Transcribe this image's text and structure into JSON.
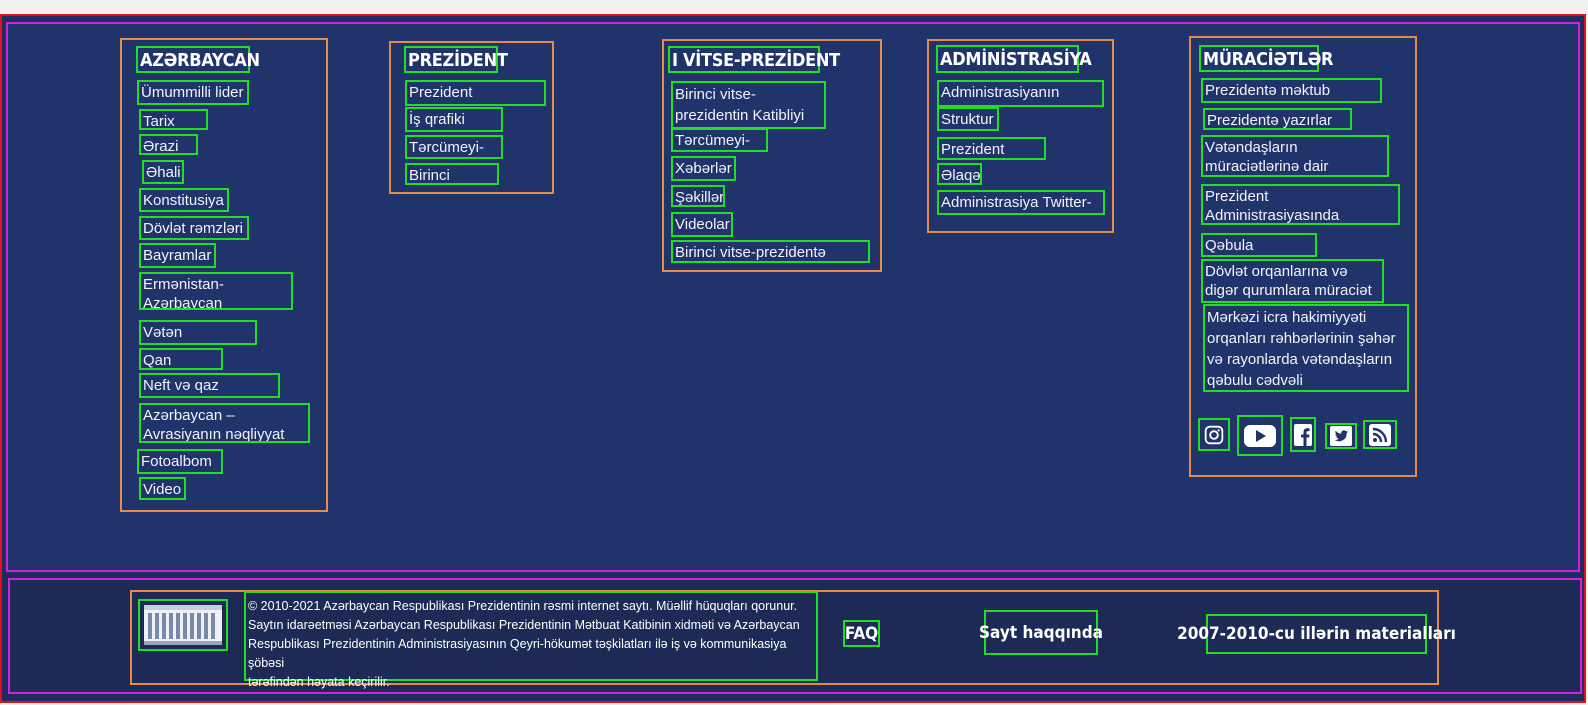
{
  "columns": [
    {
      "heading": "AZƏRBAYCAN",
      "links": [
        "Ümummilli lider",
        "Tarix",
        "Ərazi",
        "Əhali",
        "Konstitusiya",
        "Dövlət rəmzləri",
        "Bayramlar",
        "Ermənistan-Azərbaycan münaqişəsi",
        "Vətən müharibəsi",
        "Qan yaddaşı",
        "Neft və qaz layihələri",
        "Azərbaycan – Avrasiyanın nəqliyyat qovşağı",
        "Fotoalbom",
        "Video"
      ]
    },
    {
      "heading": "PREZİDENT",
      "links": [
        "Prezident hakimiyyəti",
        "İş qrafiki",
        "Tərcümeyi-hal",
        "Birinci Xanım"
      ]
    },
    {
      "heading": "I VİTSE-PREZİDENT",
      "links": [
        "Birinci vitse-prezidentin Katibliyi",
        "Tərcümeyi-hal",
        "Xəbərlər",
        "Şəkillər",
        "Videolar",
        "Birinci vitse-prezidentə yazırlar"
      ]
    },
    {
      "heading": "ADMİNİSTRASİYA",
      "links": [
        "Administrasiyanın rəhbəri",
        "Struktur",
        "Prezident sarayı",
        "Əlaqə",
        "Administrasiya Twitter-də"
      ]
    },
    {
      "heading": "MÜRACİƏTLƏR",
      "links": [
        "Prezidentə məktub yazmaq",
        "Prezidentə yazırlar",
        "Vətəndaşların müraciətlərinə dair qanunvericilik",
        "Prezident Administrasiyasında vətəndaşların qəbul günləri",
        "Qəbula yazılmaq",
        "Dövlət orqanlarına və digər qurumlara müraciət etmək",
        "Mərkəzi icra hakimiyyəti orqanları rəhbərlərinin şəhər və rayonlarda vətəndaşların qəbulu cədvəli"
      ]
    }
  ],
  "social": [
    "instagram-icon",
    "youtube-icon",
    "facebook-icon",
    "twitter-icon",
    "rss-icon"
  ],
  "colors": {
    "background": "#20336b",
    "footer": "#1c2a55",
    "text": "#ffffff"
  },
  "footer": {
    "copyright_line1": "© 2010-2021 Azərbaycan Respublikası Prezidentinin rəsmi internet saytı. Müəllif hüquqları qorunur.",
    "copyright_line2": "Saytın idarəetməsi Azərbaycan Respublikası Prezidentinin Mətbuat Katibinin xidməti və Azərbaycan",
    "copyright_line3": "Respublikası Prezidentinin Administrasiyasının Qeyri-hökumət təşkilatları ilə iş və kommunikasiya şöbəsi",
    "copyright_line4": "tərəfindən həyata keçirilir.",
    "faq": "FAQ",
    "about": "Sayt haqqında",
    "archive": "2007-2010-cu illərin materialları"
  }
}
